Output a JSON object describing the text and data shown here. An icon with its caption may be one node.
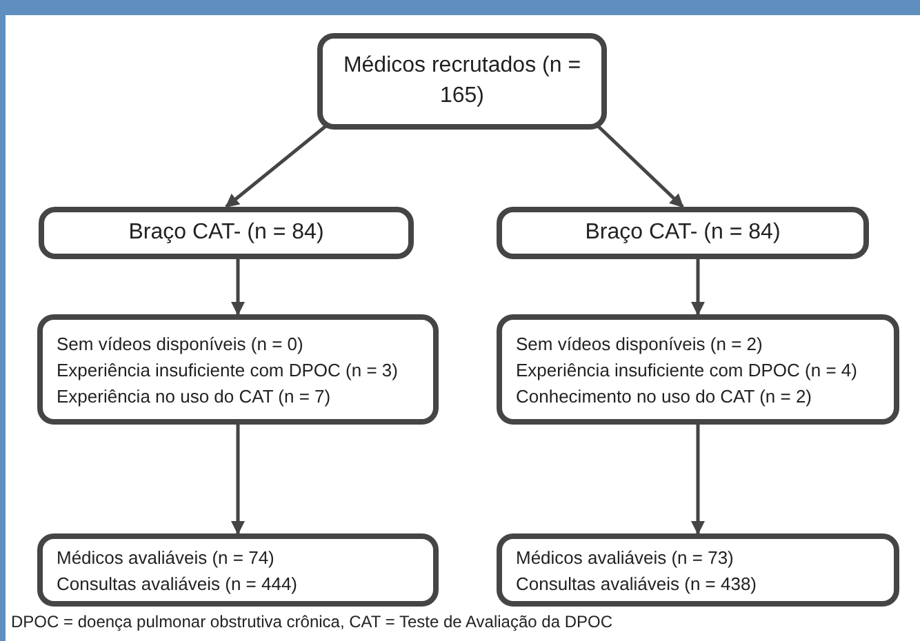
{
  "diagram": {
    "nodes": [
      {
        "text": [
          "Médicos recrutados (n = 165)"
        ]
      },
      {
        "text": [
          "Braço CAT- (n = 84)"
        ]
      },
      {
        "text": [
          "Braço CAT- (n = 84)"
        ]
      },
      {
        "text": [
          "Sem vídeos disponíveis (n = 0)",
          "Experiência insuficiente com DPOC (n = 3)",
          "Experiência no uso do CAT (n = 7)"
        ]
      },
      {
        "text": [
          "Sem vídeos disponíveis (n = 2)",
          "Experiência insuficiente com DPOC (n = 4)",
          "Conhecimento no uso do CAT (n = 2)"
        ]
      },
      {
        "text": [
          "Médicos avaliáveis (n = 74)",
          "Consultas avaliáveis (n = 444)"
        ]
      },
      {
        "text": [
          "Médicos avaliáveis (n = 73)",
          "Consultas avaliáveis (n = 438)"
        ]
      }
    ],
    "edges": [
      {
        "from": 0,
        "to": 1,
        "arrow": "to"
      },
      {
        "from": 0,
        "to": 2,
        "arrow": "to"
      },
      {
        "from": 1,
        "to": 3,
        "arrow": "to"
      },
      {
        "from": 2,
        "to": 4,
        "arrow": "to"
      },
      {
        "from": 3,
        "to": 5,
        "arrow": "to"
      },
      {
        "from": 4,
        "to": 6,
        "arrow": "to"
      }
    ],
    "labels": [
      "DPOC = doença pulmonar obstrutiva crônica, CAT = Teste de Avaliação da DPOC"
    ]
  }
}
